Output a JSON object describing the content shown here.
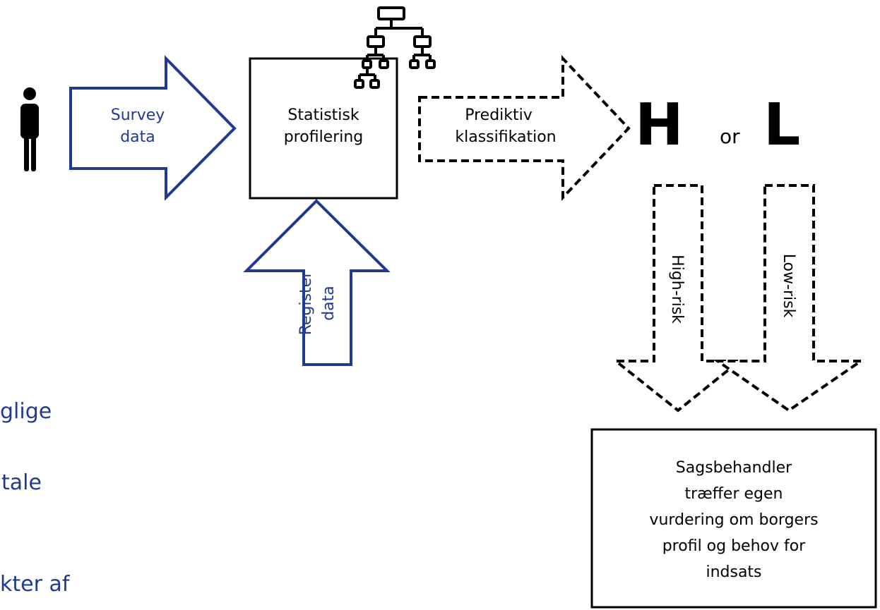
{
  "colors": {
    "blue": "#1f3a93",
    "black": "#000000",
    "background": "#ffffff"
  },
  "icons": {
    "person": "person-icon",
    "hierarchy": "org-chart-icon"
  },
  "arrows": {
    "survey": {
      "line1": "Survey",
      "line2": "data"
    },
    "register": {
      "line1": "Register",
      "line2": "data"
    },
    "predictive": {
      "line1": "Prediktiv",
      "line2": "klassifikation"
    },
    "high_risk": "High-risk",
    "low_risk": "Low-risk"
  },
  "profiling_box": {
    "line1": "Statistisk",
    "line2": "profilering"
  },
  "outcome": {
    "high": "H",
    "connector": "or",
    "low": "L"
  },
  "caseworker_box": {
    "lines": [
      "Sagsbehandler",
      "træffer egen",
      "vurdering om borgers",
      "profil og behov for",
      "indsats"
    ]
  },
  "left_fragments": [
    "glige",
    "tale",
    "kter af"
  ]
}
